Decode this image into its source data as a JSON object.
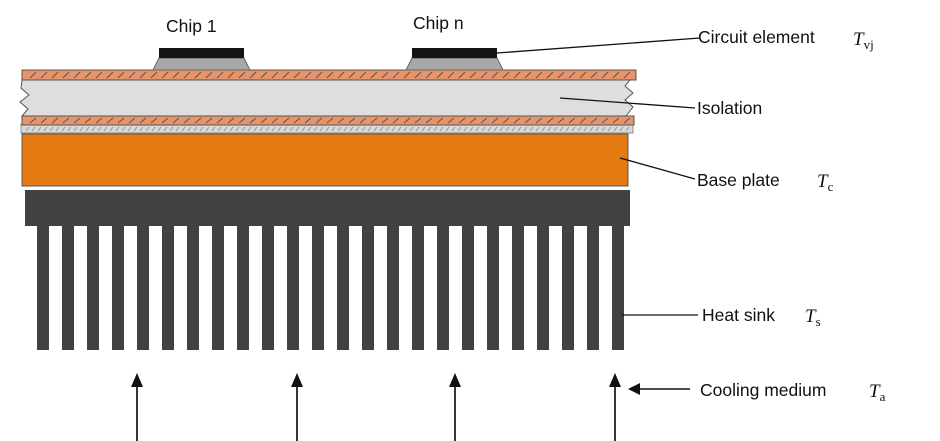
{
  "labels": {
    "chip1": "Chip 1",
    "chipn": "Chip n",
    "circuit": "Circuit element",
    "isolation": "Isolation",
    "base": "Base plate",
    "heatsink": "Heat sink",
    "cooling": "Cooling medium"
  },
  "symbols": {
    "vj": {
      "main": "T",
      "sub": "vj"
    },
    "c": {
      "main": "T",
      "sub": "c"
    },
    "s": {
      "main": "T",
      "sub": "s"
    },
    "a": {
      "main": "T",
      "sub": "a"
    }
  },
  "colors": {
    "copper": "#E7946A",
    "isolation": "#DEDEDE",
    "base": "#E67A12",
    "heatsink": "#414141",
    "chip": "#141414",
    "solder": "#A8A8A8"
  },
  "heatsink": {
    "fin_count": 24
  },
  "cooling_arrow_count": 4
}
